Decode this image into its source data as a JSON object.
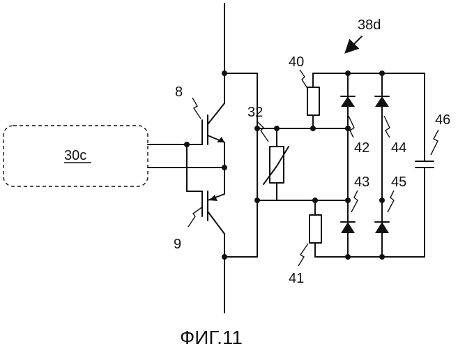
{
  "labels": {
    "block": "30c",
    "transistor_top": "8",
    "transistor_bottom": "9",
    "varistor": "32",
    "assembly": "38d",
    "resistor_top": "40",
    "resistor_bottom": "41",
    "diode_42": "42",
    "diode_43": "43",
    "diode_44": "44",
    "diode_45": "45",
    "capacitor": "46"
  },
  "caption": "ФИГ.11"
}
